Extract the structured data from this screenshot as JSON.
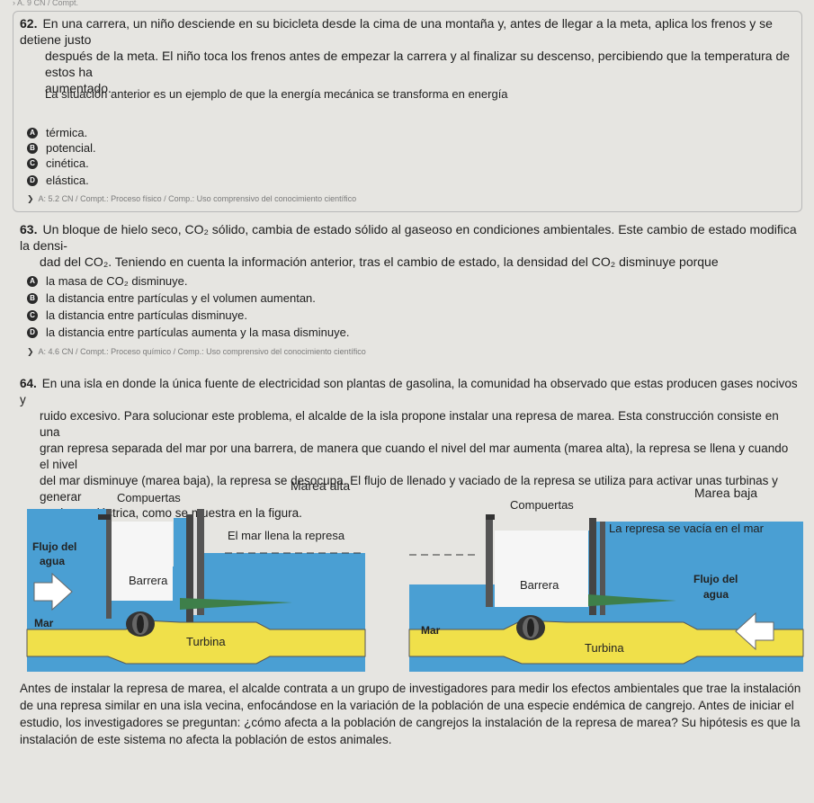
{
  "top_fragment": "› A. 9 CN / Compt.",
  "q62": {
    "number": "62.",
    "lines": [
      "En una carrera, un niño desciende en su bicicleta desde la cima de una montaña y, antes de llegar a la meta, aplica los frenos y se detiene justo",
      "después de la meta. El niño toca los frenos antes de empezar la carrera y al finalizar su descenso, percibiendo que la temperatura de estos ha",
      "aumentado."
    ],
    "prompt": "La situación anterior es un ejemplo de que la energía mecánica se transforma en energía",
    "options": [
      {
        "letter": "A",
        "text": "térmica."
      },
      {
        "letter": "B",
        "text": "potencial."
      },
      {
        "letter": "C",
        "text": "cinética."
      },
      {
        "letter": "D",
        "text": "elástica."
      }
    ],
    "meta": "A: 5.2 CN / Compt.: Proceso físico / Comp.: Uso comprensivo del conocimiento científico"
  },
  "q63": {
    "number": "63.",
    "lines": [
      "Un bloque de hielo seco, CO₂ sólido, cambia de estado sólido al gaseoso en condiciones ambientales. Este cambio de estado modifica la densi-",
      "dad del CO₂. Teniendo en cuenta la información anterior, tras el cambio de estado, la densidad del CO₂ disminuye porque"
    ],
    "options": [
      {
        "letter": "A",
        "text": "la masa de CO₂ disminuye."
      },
      {
        "letter": "B",
        "text": "la distancia entre partículas y el volumen aumentan."
      },
      {
        "letter": "C",
        "text": "la distancia entre partículas disminuye."
      },
      {
        "letter": "D",
        "text": "la distancia entre partículas aumenta y la masa disminuye."
      }
    ],
    "meta": "A: 4.6 CN / Compt.: Proceso químico / Comp.: Uso comprensivo del conocimiento científico"
  },
  "q64": {
    "number": "64.",
    "lines": [
      "En una isla en donde la única fuente de electricidad son plantas de gasolina, la comunidad ha observado que estas producen gases nocivos y",
      "ruido excesivo. Para solucionar este problema, el alcalde de la isla propone instalar una represa de marea. Esta construcción consiste en una",
      "gran represa separada del mar por una barrera, de manera que cuando el nivel del mar aumenta (marea alta), la represa se llena y cuando el nivel",
      "del mar disminuye (marea baja), la represa se desocupa. El flujo de llenado y vaciado de la represa se utiliza para activar unas turbinas y generar",
      "corriente eléctrica, como se muestra en la figura."
    ],
    "after": [
      "Antes de instalar la represa de marea, el alcalde contrata a un grupo de investigadores para medir los efectos ambientales que trae la instalación",
      "de una represa similar en una isla vecina, enfocándose en la variación de la población de una especie endémica de cangrejo. Antes de iniciar el",
      "estudio, los investigadores se preguntan: ¿cómo afecta a la población de cangrejos la instalación de la represa de marea? Su hipótesis es que la",
      "instalación de este sistema no afecta la población de estos animales."
    ]
  },
  "figure": {
    "left": {
      "title": "Marea alta",
      "gates": "Compuertas",
      "sea_fills": "El mar llena la represa",
      "flow_1": "Flujo del",
      "flow_2": "agua",
      "barrier": "Barrera",
      "sea": "Mar",
      "turbine": "Turbina"
    },
    "right": {
      "title": "Marea baja",
      "gates": "Compuertas",
      "empties": "La represa se vacía en el mar",
      "barrier": "Barrera",
      "flow_1": "Flujo del",
      "flow_2": "agua",
      "sea": "Mar",
      "turbine": "Turbina"
    },
    "colors": {
      "water": "#4a9fd3",
      "water_dark": "#2f6f9a",
      "turbine": "#f0e04a",
      "gate": "#444444",
      "barrier": "#3e7f4a"
    }
  }
}
